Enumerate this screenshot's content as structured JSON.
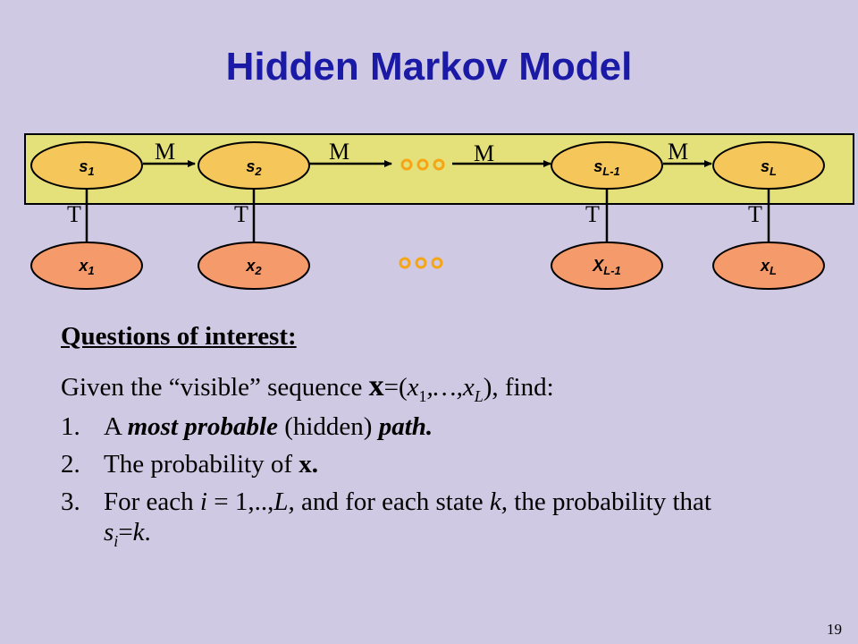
{
  "title": "Hidden Markov Model",
  "diagram": {
    "hidden_nodes": [
      {
        "name": "s",
        "sub": "1"
      },
      {
        "name": "s",
        "sub": "2"
      },
      {
        "name": "s",
        "sub": "L-1"
      },
      {
        "name": "s",
        "sub": "L"
      }
    ],
    "visible_nodes": [
      {
        "name": "x",
        "sub": "1"
      },
      {
        "name": "x",
        "sub": "2"
      },
      {
        "name": "X",
        "sub": "L-1"
      },
      {
        "name": "x",
        "sub": "L"
      }
    ],
    "transition_label": "M",
    "emission_label": "T",
    "colors": {
      "background": "#cfc9e3",
      "band": "#e4e07a",
      "hidden_node": "#f5c65a",
      "visible_node": "#f59a6a",
      "dots": "#f5a516",
      "title": "#1a1aa6"
    }
  },
  "questions": {
    "heading": "Questions of interest:",
    "given": {
      "prefix": "Given the “visible” sequence",
      "bold_x": "x",
      "eq": "=(",
      "x1": "x",
      "x1_sub": "1",
      "dots": ",…,",
      "xL": "x",
      "xL_sub": "L",
      "suffix": "), find:"
    },
    "items": [
      {
        "num": "1.",
        "parts": [
          "A ",
          "most probable",
          " (hidden) ",
          "path."
        ]
      },
      {
        "num": "2.",
        "parts": [
          "The probability of ",
          "x."
        ]
      },
      {
        "num": "3.",
        "parts": [
          "For each ",
          "i",
          " = 1,..,",
          "L,",
          " and for each state ",
          "k,",
          " the probability that ",
          "s",
          "i",
          "=",
          "k",
          "."
        ]
      }
    ]
  },
  "page_number": "19"
}
